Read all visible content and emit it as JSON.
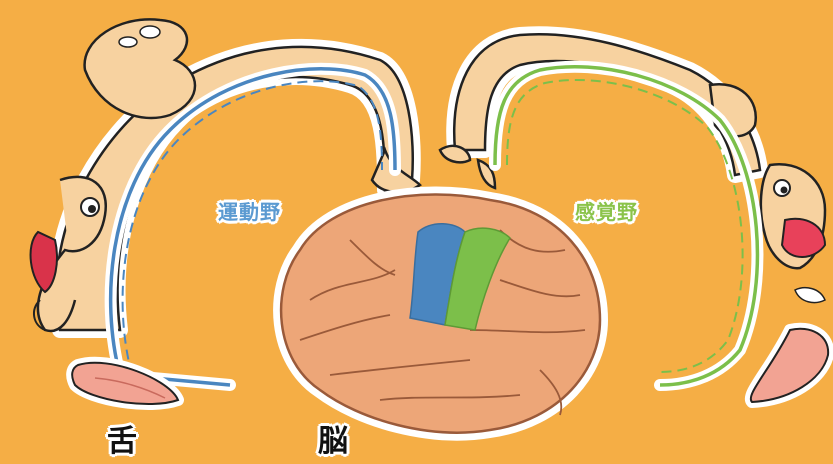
{
  "labels": {
    "motor_area": "運動野",
    "sensory_area": "感覚野",
    "tongue": "舌",
    "brain": "脳"
  },
  "colors": {
    "background": "#f5ae45",
    "motor": "#4a86c0",
    "sensory": "#7cbf4a",
    "skin": "#f7d2a0",
    "brain": "#eda678",
    "tongue": "#f2a393",
    "label_motor": "#5b9ad1",
    "label_sensory": "#8bc34a"
  }
}
